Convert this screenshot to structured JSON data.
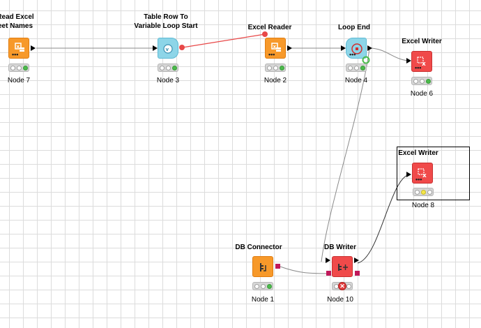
{
  "nodes": {
    "node7": {
      "title_line1": "Read Excel",
      "title_line2": "eet Names",
      "label": "Node 7"
    },
    "node3": {
      "title_line1": "Table Row To",
      "title_line2": "Variable Loop Start",
      "label": "Node 3"
    },
    "node2": {
      "title": "Excel Reader",
      "label": "Node 2"
    },
    "node4": {
      "title": "Loop End",
      "label": "Node 4"
    },
    "node6": {
      "title": "Excel Writer",
      "label": "Node 6"
    },
    "node8": {
      "title": "Excel Writer",
      "label": "Node 8"
    },
    "node1": {
      "title": "DB Connector",
      "label": "Node 1"
    },
    "node10": {
      "title": "DB Writer",
      "label": "Node 10"
    }
  },
  "colors": {
    "reader": "#f7992a",
    "loop": "#8dd5e8",
    "writer": "#f04a4a",
    "flow_variable": "#e84848",
    "db_port": "#c0185a",
    "status_green": "#4cbb4c",
    "status_yellow": "#f5e74a",
    "grid": "#dcdcdc"
  },
  "icons": {
    "excel_reader": "excel-icon",
    "loop_start": "loop-start-icon",
    "loop_end": "loop-end-icon",
    "excel_writer": "excel-writer-icon",
    "db_connector": "database-icon",
    "db_writer": "db-writer-icon",
    "error": "error-icon"
  }
}
